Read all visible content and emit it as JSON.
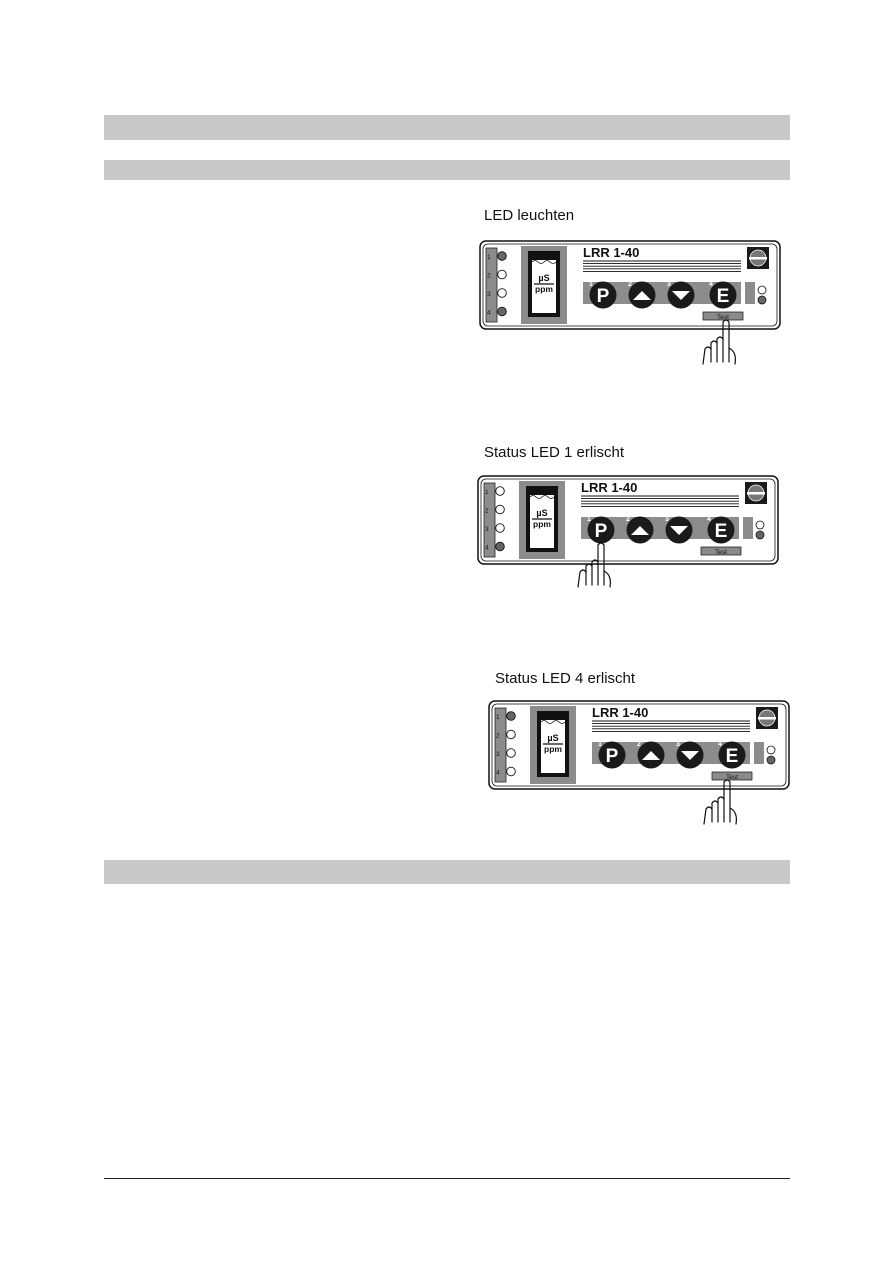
{
  "captions": [
    "LED leuchten",
    "Status LED 1 erlischt",
    "Status LED 4 erlischt"
  ],
  "device": {
    "model": "LRR 1-40",
    "unit_top": "µS",
    "unit_bottom": "ppm",
    "test_label": "Test",
    "led_numbers": [
      "1",
      "2",
      "3",
      "4"
    ],
    "key_numbers": [
      "1",
      "2",
      "3",
      "4"
    ],
    "key_p": "P",
    "key_e": "E"
  },
  "icons": {
    "up_key": "up-arrow-icon",
    "down_key": "down-arrow-icon",
    "logo": "manufacturer-logo-icon",
    "hand": "pointing-hand-icon"
  },
  "colors": {
    "section_bar": "#c8c8c8",
    "panel_gray": "#8c8c8c",
    "key_black": "#1a1a1a"
  },
  "panels": [
    {
      "status_leds": [
        "lit",
        "off",
        "off",
        "lit"
      ],
      "right_leds": [
        "off",
        "lit"
      ],
      "pressed_key": "E"
    },
    {
      "status_leds": [
        "off",
        "off",
        "off",
        "lit"
      ],
      "right_leds": [
        "off",
        "lit"
      ],
      "pressed_key": "P"
    },
    {
      "status_leds": [
        "lit",
        "off",
        "off",
        "off"
      ],
      "right_leds": [
        "off",
        "lit"
      ],
      "pressed_key": "E"
    }
  ]
}
